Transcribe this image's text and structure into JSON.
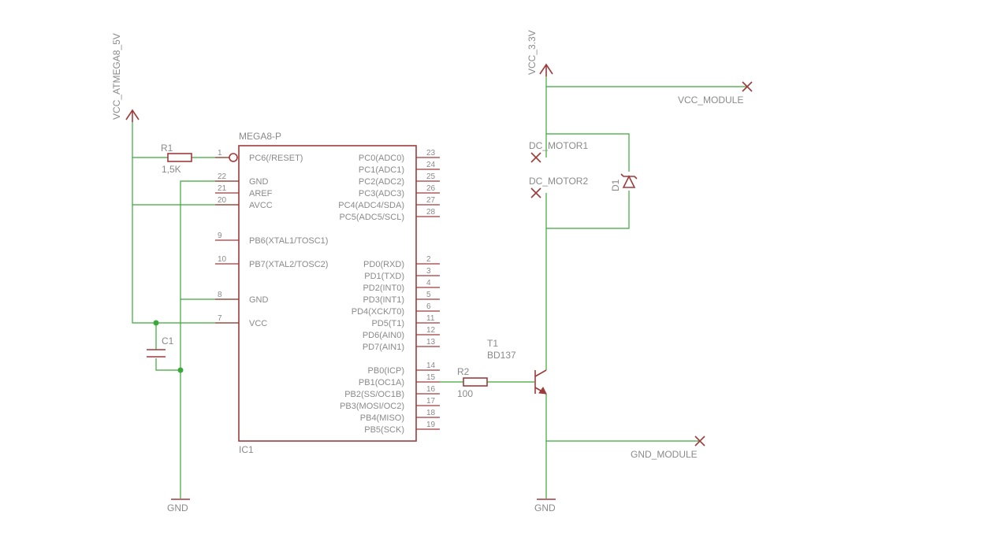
{
  "supplies": {
    "vcc_atmega": "VCC_ATMEGA8_5V",
    "vcc_33": "VCC_3.3V",
    "gnd_left": "GND",
    "gnd_right": "GND"
  },
  "ic": {
    "value": "MEGA8-P",
    "name": "IC1",
    "left_pins": [
      {
        "num": "1",
        "label": "PC6(/RESET)"
      },
      {
        "num": "22",
        "label": "GND"
      },
      {
        "num": "21",
        "label": "AREF"
      },
      {
        "num": "20",
        "label": "AVCC"
      },
      {
        "num": "9",
        "label": "PB6(XTAL1/TOSC1)"
      },
      {
        "num": "10",
        "label": "PB7(XTAL2/TOSC2)"
      },
      {
        "num": "8",
        "label": "GND"
      },
      {
        "num": "7",
        "label": "VCC"
      }
    ],
    "right_pins": [
      {
        "num": "23",
        "label": "PC0(ADC0)"
      },
      {
        "num": "24",
        "label": "PC1(ADC1)"
      },
      {
        "num": "25",
        "label": "PC2(ADC2)"
      },
      {
        "num": "26",
        "label": "PC3(ADC3)"
      },
      {
        "num": "27",
        "label": "PC4(ADC4/SDA)"
      },
      {
        "num": "28",
        "label": "PC5(ADC5/SCL)"
      },
      {
        "num": "2",
        "label": "PD0(RXD)"
      },
      {
        "num": "3",
        "label": "PD1(TXD)"
      },
      {
        "num": "4",
        "label": "PD2(INT0)"
      },
      {
        "num": "5",
        "label": "PD3(INT1)"
      },
      {
        "num": "6",
        "label": "PD4(XCK/T0)"
      },
      {
        "num": "11",
        "label": "PD5(T1)"
      },
      {
        "num": "12",
        "label": "PD6(AIN0)"
      },
      {
        "num": "13",
        "label": "PD7(AIN1)"
      },
      {
        "num": "14",
        "label": "PB0(ICP)"
      },
      {
        "num": "15",
        "label": "PB1(OC1A)"
      },
      {
        "num": "16",
        "label": "PB2(SS/OC1B)"
      },
      {
        "num": "17",
        "label": "PB3(MOSI/OC2)"
      },
      {
        "num": "18",
        "label": "PB4(MISO)"
      },
      {
        "num": "19",
        "label": "PB5(SCK)"
      }
    ]
  },
  "r1": {
    "name": "R1",
    "value": "1,5K"
  },
  "r2": {
    "name": "R2",
    "value": "100"
  },
  "c1": {
    "name": "C1"
  },
  "t1": {
    "name": "T1",
    "value": "BD137"
  },
  "d1": {
    "name": "D1"
  },
  "nets": {
    "vcc_module": "VCC_MODULE",
    "gnd_module": "GND_MODULE",
    "dc_motor1": "DC_MOTOR1",
    "dc_motor2": "DC_MOTOR2"
  }
}
